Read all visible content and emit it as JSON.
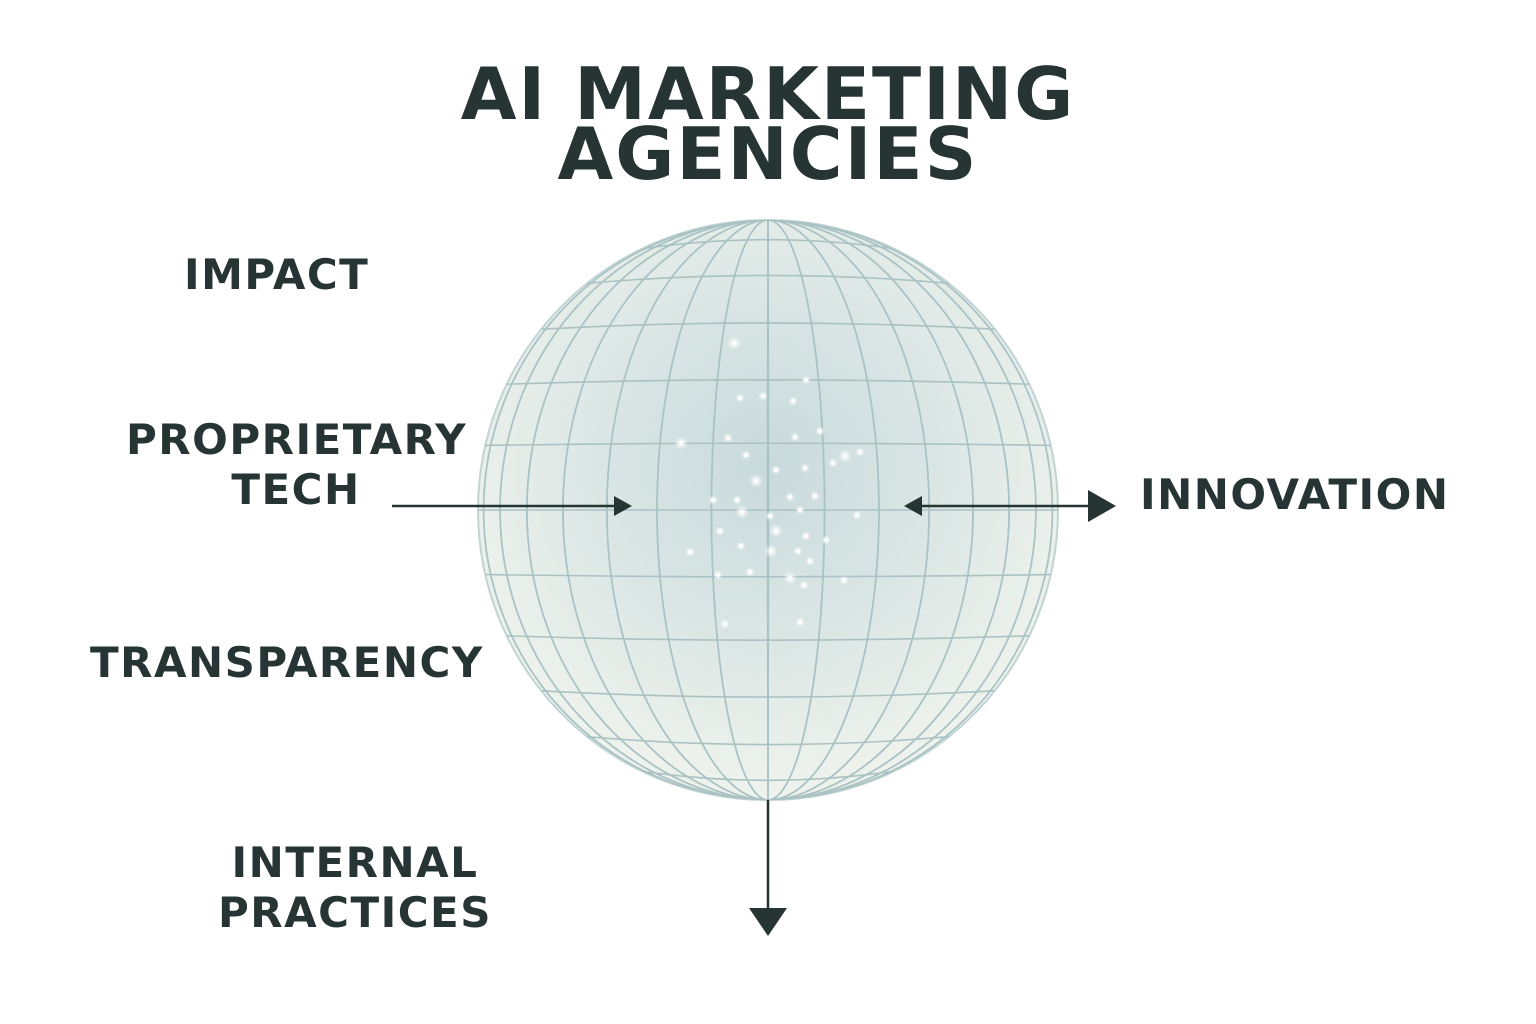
{
  "title": {
    "line1": "AI MARKETING",
    "line2": "AGENCIES"
  },
  "labels": {
    "impact": "IMPACT",
    "proprietary_tech_line1": "PROPRIETARY",
    "proprietary_tech_line2": "TECH",
    "transparency": "TRANSPARENCY",
    "internal_practices_line1": "INTERNAL",
    "internal_practices_line2": "PRACTICES",
    "innovation": "INNOVATION"
  },
  "colors": {
    "text": "#263533",
    "sphere_fill": "#e7eeeb",
    "sphere_grid": "#a9c2c4",
    "sphere_glow": "#c7d9db",
    "arrow": "#263533"
  },
  "icons": [
    "globe-sphere-icon",
    "arrow-right-icon",
    "arrow-left-icon",
    "arrow-down-icon"
  ]
}
